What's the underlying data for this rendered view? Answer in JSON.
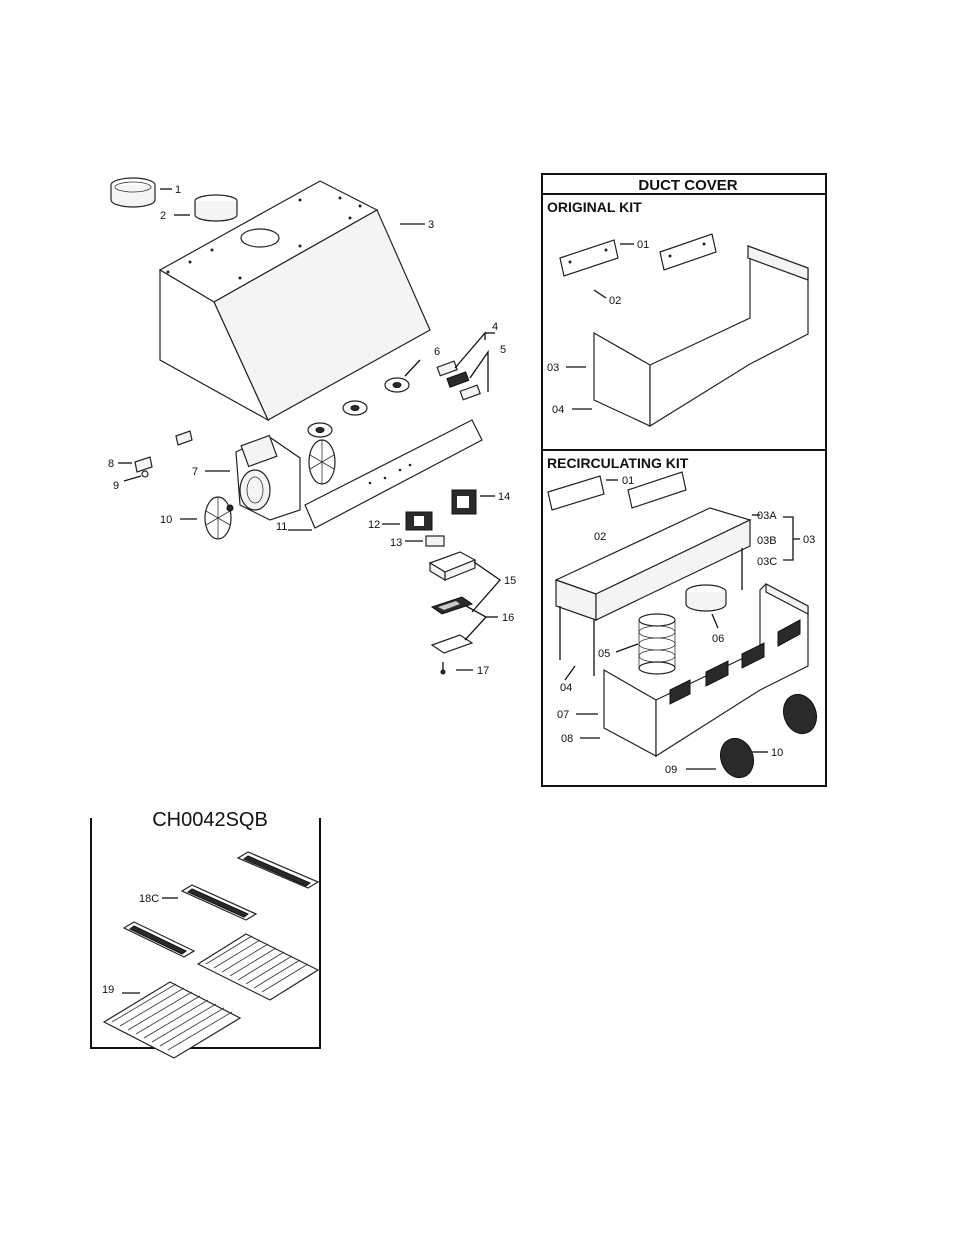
{
  "main_labels": {
    "p1": "1",
    "p2": "2",
    "p3": "3",
    "p4": "4",
    "p5": "5",
    "p6": "6",
    "p7": "7",
    "p8": "8",
    "p9": "9",
    "p10": "10",
    "p11": "11",
    "p12": "12",
    "p13": "13",
    "p14": "14",
    "p15": "15",
    "p16": "16",
    "p17": "17"
  },
  "duct_cover": {
    "title": "DUCT COVER",
    "original_kit": {
      "title": "ORIGINAL KIT",
      "labels": {
        "l01": "01",
        "l02": "02",
        "l03": "03",
        "l04": "04"
      }
    },
    "recirculating_kit": {
      "title": "RECIRCULATING KIT",
      "labels": {
        "l01": "01",
        "l02": "02",
        "l03A": "03A",
        "l03B": "03B",
        "l03C": "03C",
        "l03": "03",
        "l04": "04",
        "l05": "05",
        "l06": "06",
        "l07": "07",
        "l08": "08",
        "l09": "09",
        "l10": "10"
      }
    }
  },
  "filter_kit": {
    "model": "CH0042SQB",
    "labels": {
      "l18c": "18C",
      "l19": "19"
    }
  }
}
